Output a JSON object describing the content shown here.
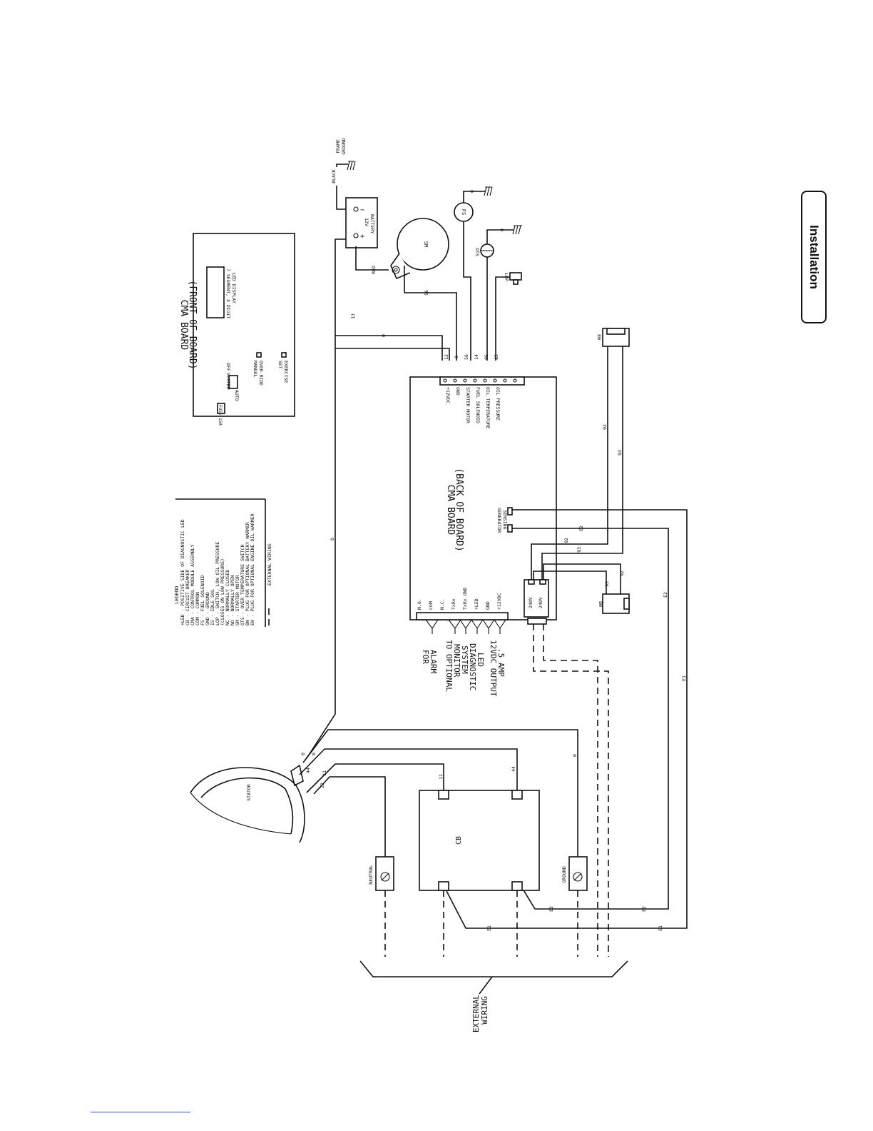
{
  "section_tab": "Installation",
  "front_board": {
    "title": "CMA BOARD",
    "subtitle": "(FRONT OF BOARD)",
    "display_label": [
      "7 SEGMENT, 4 DIGIT",
      "LED DISPLAY"
    ],
    "fuse": "FUSE 15A",
    "switch": {
      "top": "SYSTEM",
      "off": "OFF",
      "auto": "AUTO"
    },
    "manual": [
      "MANUAL",
      "OVER-RIDE"
    ],
    "exercise": [
      "SET",
      "EXERCISE"
    ]
  },
  "legend": {
    "title": "LEGEND",
    "items": [
      "+LED - POSITIVE SIDE OF DIAGNOSTIC LED",
      "CB   - CIRCUIT BREAKER",
      "CMA  - CONTROL MODULE ASSEMBLY",
      "COM  - COMMON",
      "FS   - FUEL SOLENOID",
      "GND  - GROUND",
      "IS   - IDLE SOL",
      "LOP  - SWITCH, LOW OIL PRESSURE",
      "       (CLOSES ON LOW PRESSURE)",
      "NC   - NORMALLY CLOSED",
      "NO   - NORMALLY OPEN",
      "SM   - STARTER MOTOR",
      "OTS  - OVER TEMPERATURE SWITCH",
      "BW   - PLUG FOR OPTIONAL BATTERY WARMER",
      "EW   - PLUG FOR OPTIONAL ENGINE OIL WARMER"
    ],
    "external_key": "EXTERNAL WIRING"
  },
  "back_board": {
    "title": "CMA BOARD",
    "subtitle": "(BACK OF BOARD)",
    "top_terminals": [
      "+12VDC",
      "GND",
      "STARTER MOTOR",
      "FUEL SOLENOID",
      "OIL TEMPERATURE",
      "OIL PRESSURE"
    ],
    "top_wires": [
      "13",
      "0",
      "56",
      "14",
      "95",
      "85"
    ],
    "generator_sensing": [
      "GENERATOR",
      "SENSING"
    ],
    "bottom_terminals": [
      "N.O.",
      "COM",
      "N.C.",
      "TxRx",
      "TxRx GND",
      "+LED",
      "GND",
      "+12VDC"
    ],
    "volt_terminals": [
      "240V",
      "240V"
    ]
  },
  "bottom_notes": [
    "FOR",
    "ALARM",
    "TO OPTIONAL",
    "MONITOR",
    "SYSTEM",
    "DIAGNOSTIC",
    "LED",
    "12VDC OUTPUT",
    ".5 AMP"
  ],
  "battery": {
    "label": [
      "12V",
      "BATTERY"
    ],
    "pos": "+",
    "neg": "−"
  },
  "wire_labels": {
    "black": "BLACK",
    "frame_ground": [
      "FRAME",
      "GROUND"
    ],
    "red": "RED",
    "w13": "13",
    "w0": "0",
    "w56": "56",
    "w92": "92",
    "w93": "93",
    "e1": "E1",
    "e2": "E2",
    "w11": "11",
    "w44": "44",
    "w22": "22"
  },
  "components": {
    "sm": "SM",
    "fs": "FS",
    "ots": "OTS",
    "lop": "LOP",
    "ew": "EW",
    "bw": "BW",
    "stator": "STATOR",
    "cb": "CB",
    "neutral": "NEUTRAL",
    "ground": "GROUND"
  },
  "external_wiring": [
    "EXTERNAL",
    "WIRING"
  ]
}
